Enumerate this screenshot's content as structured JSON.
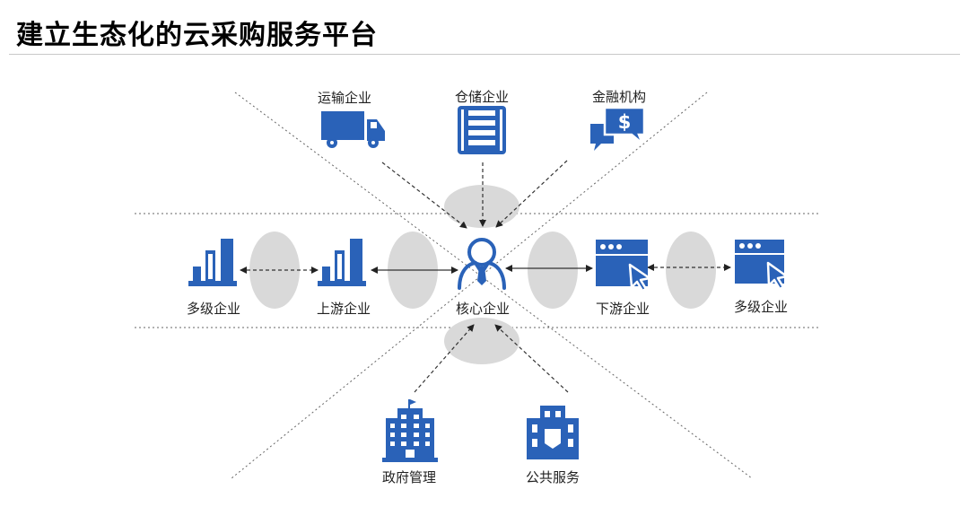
{
  "title": "建立生态化的云采购服务平台",
  "nodes": {
    "transport": "运输企业",
    "warehouse": "仓储企业",
    "finance": "金融机构",
    "multi_left": "多级企业",
    "upstream": "上游企业",
    "core": "核心企业",
    "downstream": "下游企业",
    "multi_right": "多级企业",
    "government": "政府管理",
    "public": "公共服务"
  },
  "icons": {
    "transport": "truck-icon",
    "warehouse": "server-rack-icon",
    "finance": "dollar-chat-icon",
    "multi_left": "bar-chart-icon",
    "upstream": "bar-chart-icon",
    "core": "businessman-icon",
    "downstream": "browser-cursor-icon",
    "multi_right": "browser-cursor-icon",
    "government": "office-tower-icon",
    "public": "public-building-icon"
  },
  "colors": {
    "icon": "#2a62b8",
    "ellipse": "#d9d9d9",
    "line": "#555555"
  }
}
